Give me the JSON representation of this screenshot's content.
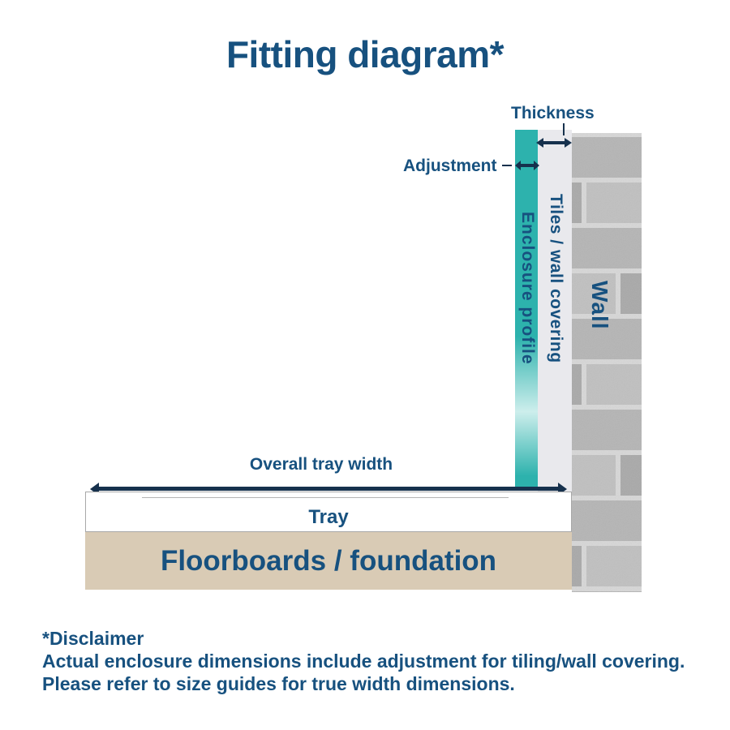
{
  "title": "Fitting diagram*",
  "labels": {
    "thickness": "Thickness",
    "adjustment": "Adjustment",
    "tiles_wall_covering": "Tiles / wall covering",
    "enclosure_profile": "Enclosure profile",
    "wall": "Wall",
    "overall_tray_width": "Overall tray width",
    "tray": "Tray",
    "floorboards": "Floorboards / foundation"
  },
  "disclaimer": {
    "heading": "*Disclaimer",
    "line1": "Actual enclosure dimensions include adjustment for tiling/wall covering.",
    "line2": "Please refer to size guides for true width dimensions."
  },
  "colors": {
    "text_blue": "#17517f",
    "arrow_navy": "#16314d",
    "teal": "#2db2ad",
    "teal_light": "#cdeeec",
    "strip_gray": "#e9e9ed",
    "mortar": "#d7d7d7",
    "brick": "#b5b5b5",
    "brick_dark": "#a9a9a9",
    "brick_light": "#c0c0c0",
    "floor": "#d9cbb5",
    "tray_border": "#a8a8a8"
  }
}
